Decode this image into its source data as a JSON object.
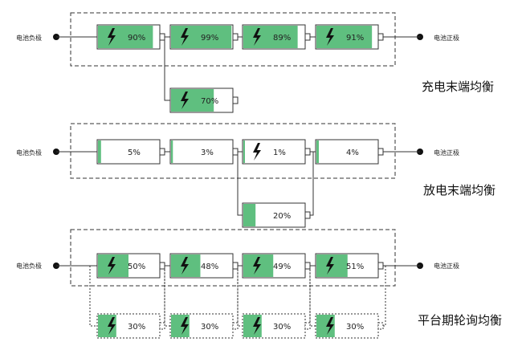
{
  "colors": {
    "fill": "#5fbf7f",
    "stroke": "#333333",
    "bolt": "#111111",
    "background": "#ffffff"
  },
  "sections": [
    {
      "id": "charge",
      "title": "充电末端均衡",
      "neg_label": "电池负极",
      "pos_label": "电池正极",
      "main_cells": [
        {
          "label": "90%",
          "level": 0.9,
          "bolt": true
        },
        {
          "label": "99%",
          "level": 0.99,
          "bolt": true
        },
        {
          "label": "89%",
          "level": 0.89,
          "bolt": true
        },
        {
          "label": "91%",
          "level": 0.91,
          "bolt": true
        }
      ],
      "balancer_cells": [
        {
          "label": "70%",
          "level": 0.7,
          "bolt": true
        }
      ]
    },
    {
      "id": "discharge",
      "title": "放电末端均衡",
      "neg_label": "电池负极",
      "pos_label": "电池正极",
      "main_cells": [
        {
          "label": "5%",
          "level": 0.05,
          "bolt": false
        },
        {
          "label": "3%",
          "level": 0.03,
          "bolt": false
        },
        {
          "label": "1%",
          "level": 0.01,
          "bolt": true
        },
        {
          "label": "4%",
          "level": 0.04,
          "bolt": false
        }
      ],
      "balancer_cells": [
        {
          "label": "20%",
          "level": 0.2,
          "bolt": false
        }
      ]
    },
    {
      "id": "rotation",
      "title": "平台期轮询均衡",
      "neg_label": "电池负极",
      "pos_label": "电池正极",
      "main_cells": [
        {
          "label": "50%",
          "level": 0.5,
          "bolt": true
        },
        {
          "label": "48%",
          "level": 0.48,
          "bolt": true
        },
        {
          "label": "49%",
          "level": 0.49,
          "bolt": true
        },
        {
          "label": "51%",
          "level": 0.51,
          "bolt": true
        }
      ],
      "balancer_cells": [
        {
          "label": "30%",
          "level": 0.3,
          "bolt": true
        },
        {
          "label": "30%",
          "level": 0.3,
          "bolt": true
        },
        {
          "label": "30%",
          "level": 0.3,
          "bolt": true
        },
        {
          "label": "30%",
          "level": 0.3,
          "bolt": true
        }
      ]
    }
  ]
}
